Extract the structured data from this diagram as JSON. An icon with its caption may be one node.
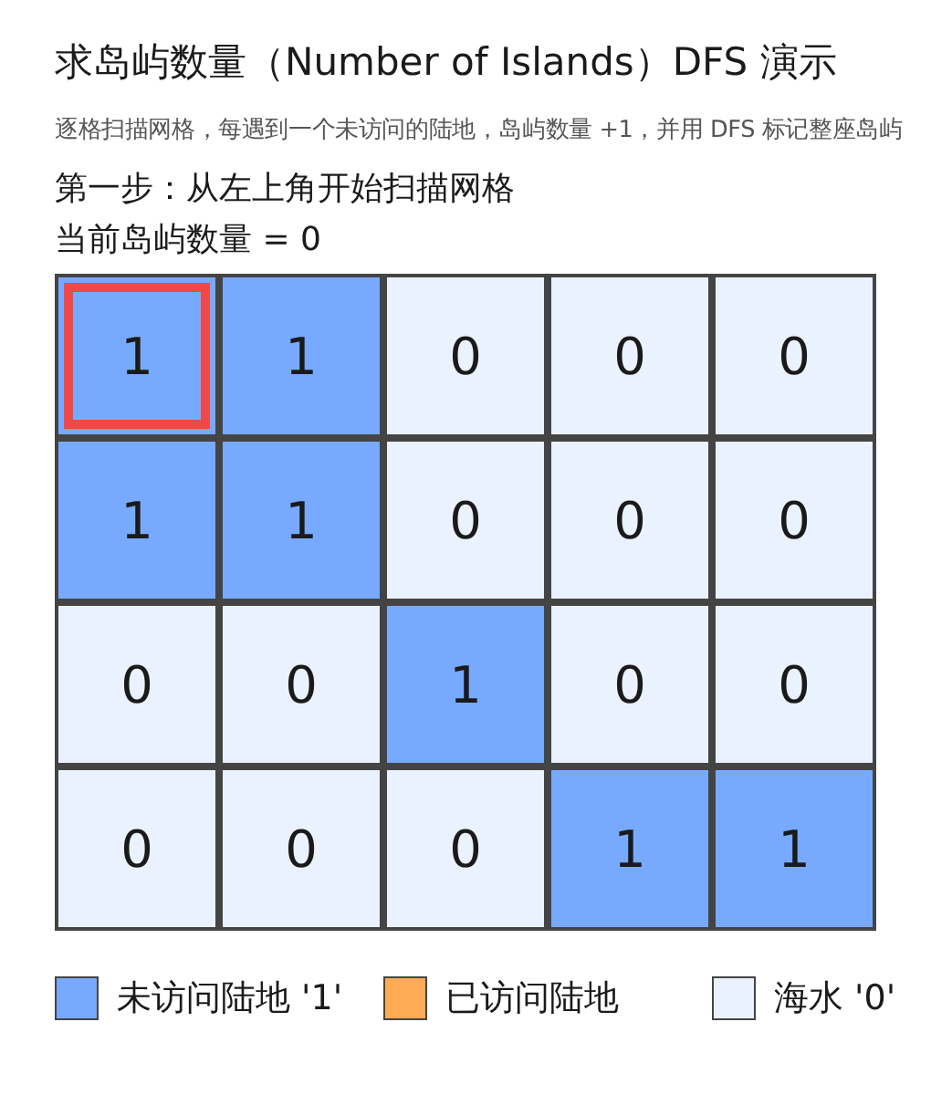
{
  "diagram": {
    "title": "求岛屿数量（Number of Islands）DFS 演示",
    "labels": [
      "逐格扫描网格，每遇到一个未访问的陆地，岛屿数量 +1，并用 DFS 标记整座岛屿",
      "第一步：从左上角开始扫描网格",
      "当前岛屿数量 = 0",
      "1",
      "1",
      "0",
      "0",
      "0",
      "1",
      "1",
      "0",
      "0",
      "0",
      "0",
      "0",
      "1",
      "0",
      "0",
      "0",
      "0",
      "0",
      "1",
      "1"
    ],
    "legend": [
      {
        "text": "未访问陆地 '1'",
        "color": "#77aaff"
      },
      {
        "text": "已访问陆地",
        "color": "#ffaa55"
      },
      {
        "text": "海水 '0'",
        "color": "#eaf2ff"
      }
    ]
  }
}
